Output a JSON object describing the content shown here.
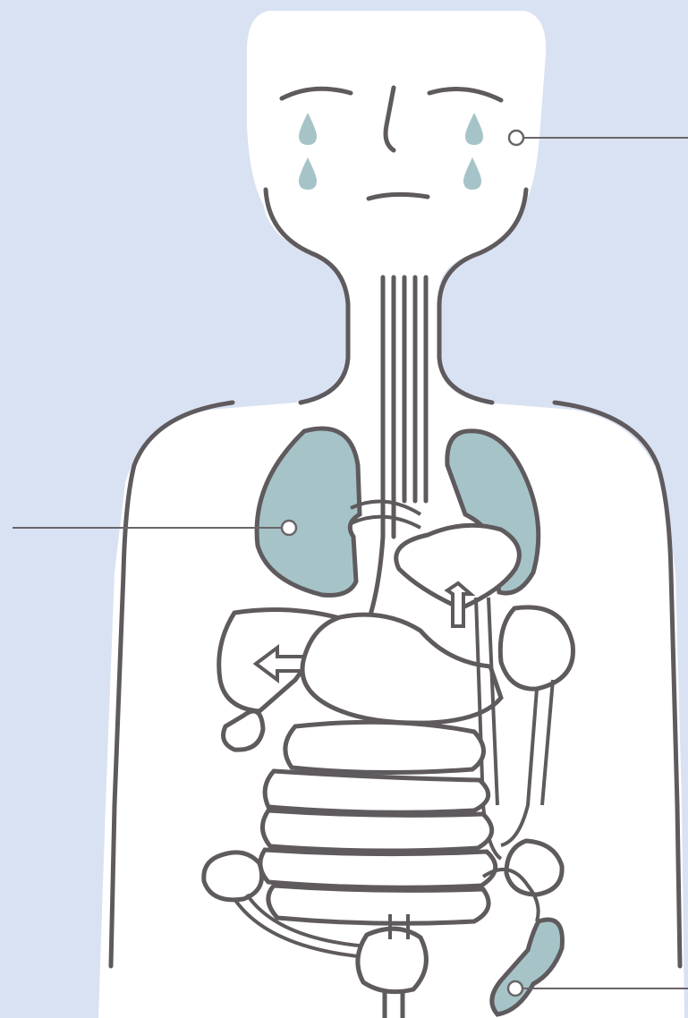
{
  "diagram": {
    "description_labels": [],
    "callouts": [
      {
        "id": "eyes-tears",
        "icon": "tear-drop-icon",
        "label": ""
      },
      {
        "id": "lungs",
        "icon": "lung-icon",
        "label": ""
      },
      {
        "id": "colon",
        "icon": "colon-icon",
        "label": ""
      }
    ]
  },
  "colors": {
    "background": "#d9e2f3",
    "body_fill": "#ffffff",
    "outline": "#5f5a5d",
    "highlight": "#a6c4c8",
    "leader_line": "#6a6568"
  }
}
